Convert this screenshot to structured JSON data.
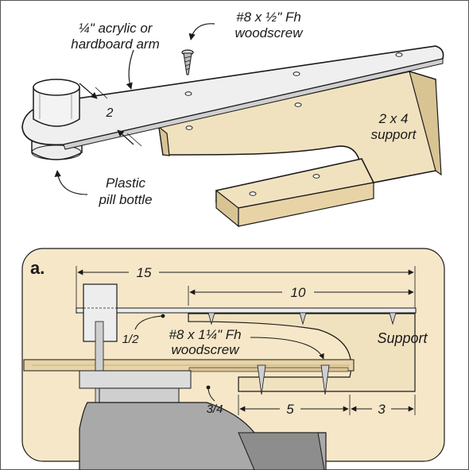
{
  "top_view": {
    "arm_label_line1": "¼\" acrylic or",
    "arm_label_line2": "hardboard arm",
    "screw_label_line1": "#8 x ½\" Fh",
    "screw_label_line2": "woodscrew",
    "support_label_line1": "2 x 4",
    "support_label_line2": "support",
    "bottle_label_line1": "Plastic",
    "bottle_label_line2": "pill bottle",
    "arm_width_dim": "2"
  },
  "detail_a": {
    "badge": "a.",
    "dim_15": "15",
    "dim_10": "10",
    "dim_half": "1/2",
    "screw_label_line1": "#8 x 1¼\" Fh",
    "screw_label_line2": "woodscrew",
    "support_label": "Support",
    "dim_3_4": "3/4",
    "dim_5": "5",
    "dim_3": "3"
  },
  "colors": {
    "wood": "#f1e2bf",
    "wood_dark": "#d8c393",
    "panel_bg": "#f6e7c8",
    "metal_light": "#dcdcdc",
    "metal_dark": "#a9a9a9",
    "ink": "#1a1a1a"
  }
}
